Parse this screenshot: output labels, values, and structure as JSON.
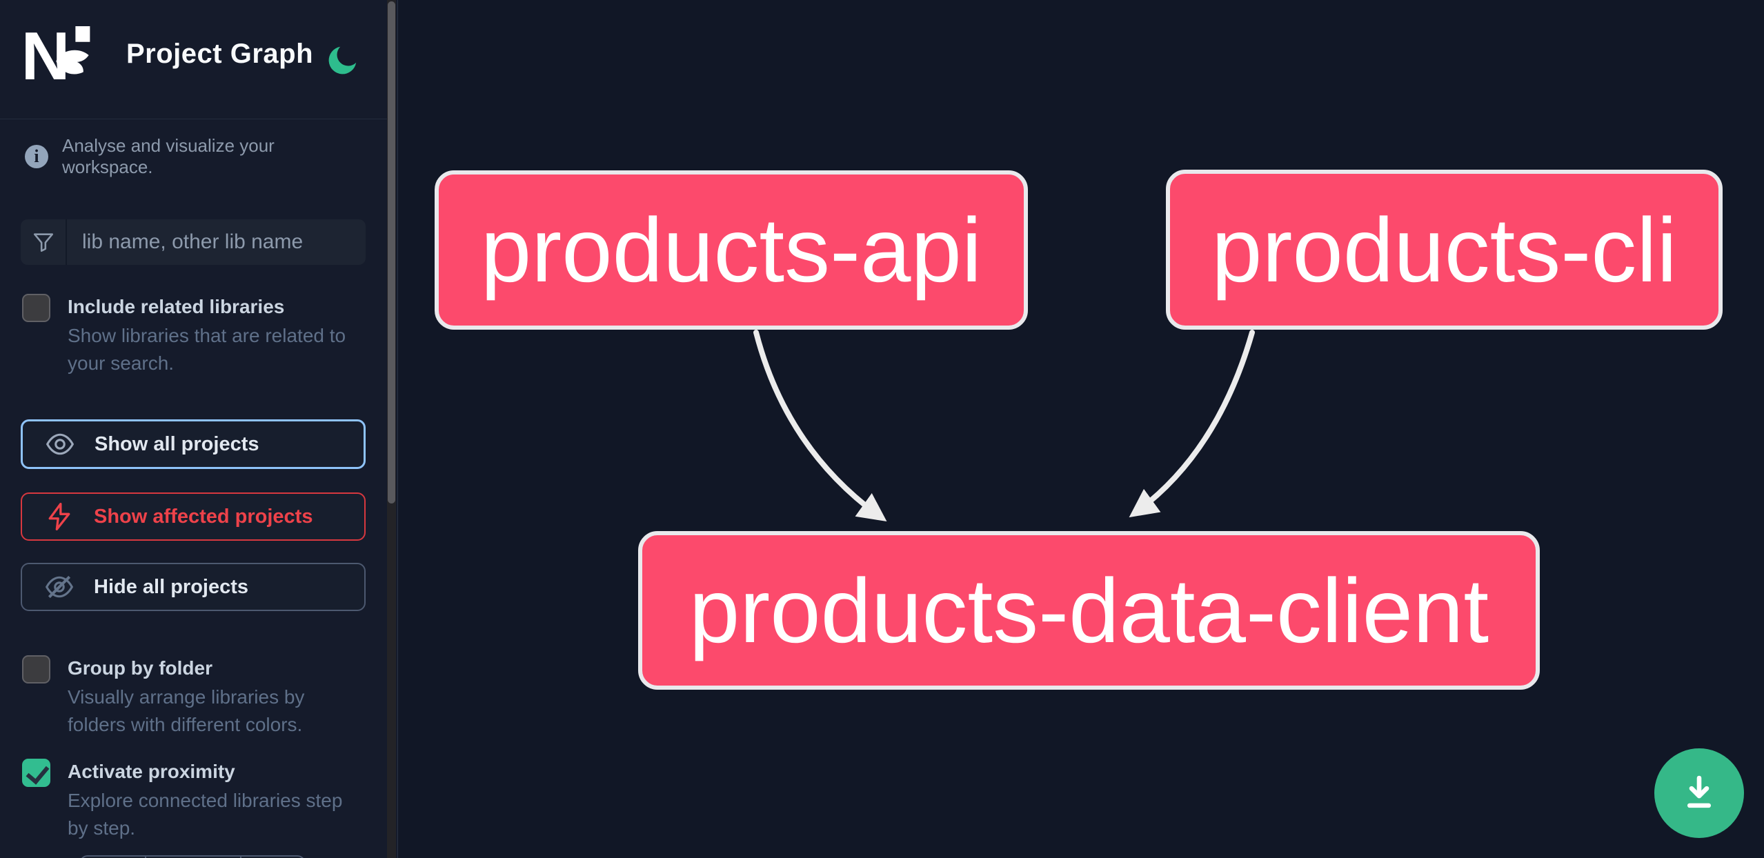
{
  "header": {
    "title": "Project Graph"
  },
  "sidebar": {
    "tagline": "Analyse and visualize your workspace.",
    "search": {
      "placeholder": "lib name, other lib name",
      "icon": "funnel-icon"
    },
    "toggles": [
      {
        "label": "Include related libraries",
        "description": "Show libraries that are related to your search.",
        "checked": false
      },
      {
        "label": "Group by folder",
        "description": "Visually arrange libraries by folders with different colors.",
        "checked": false
      },
      {
        "label": "Activate proximity",
        "description": "Explore connected libraries step by step.",
        "checked": true
      }
    ],
    "actions": [
      {
        "label": "Show all projects",
        "icon": "eye-icon"
      },
      {
        "label": "Show affected projects",
        "icon": "bolt-icon"
      },
      {
        "label": "Hide all projects",
        "icon": "eye-off-icon"
      }
    ]
  },
  "graph": {
    "nodes": [
      {
        "label": "products-api"
      },
      {
        "label": "products-cli"
      },
      {
        "label": "products-data-client"
      }
    ],
    "edges": [
      {
        "from": "products-api",
        "to": "products-data-client"
      },
      {
        "from": "products-cli",
        "to": "products-data-client"
      }
    ]
  },
  "fab": {
    "icon": "download-icon"
  },
  "colors": {
    "node_fill": "#fc4a6c",
    "node_border": "#e9e9ec",
    "edge": "#ececec",
    "accent_blue": "#8fc3f9",
    "affected_red": "#ee424a",
    "fab_green": "#35b888",
    "checkbox_green": "#32bd90",
    "moon_green": "#2ebd8d"
  }
}
